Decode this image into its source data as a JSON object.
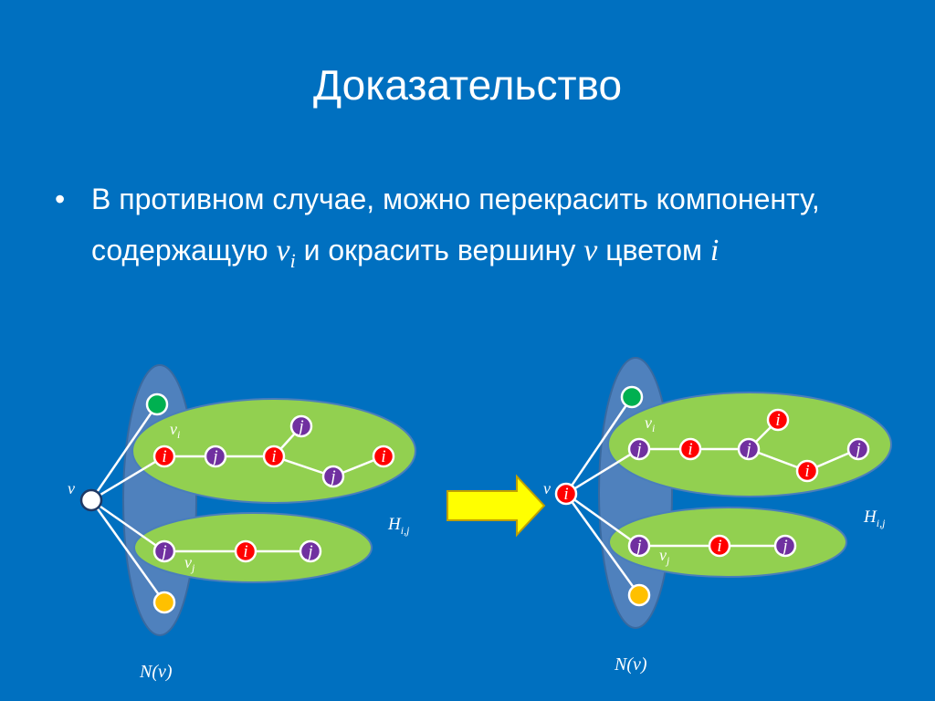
{
  "slide": {
    "title": "Доказательство",
    "bullet": {
      "part1": "В противном случае, можно перекрасить компоненту, содержащую ",
      "var1": "v",
      "var1_sub": "i",
      "part2": " и окрасить вершину ",
      "var2": "v",
      "part3": " цветом ",
      "var3": "i"
    }
  },
  "diagram": {
    "colors": {
      "background": "#0070c0",
      "neighborhood": "#4f81bd",
      "component": "#92d050",
      "red": "#ff0000",
      "purple": "#7030a0",
      "green": "#00b050",
      "orange": "#ffc000",
      "arrow": "#ffff00"
    },
    "labels": {
      "v": "v",
      "vi_main": "v",
      "vi_sub": "i",
      "vj_main": "v",
      "vj_sub": "j",
      "h_main": "H",
      "h_sub": "i,j",
      "nv": "N(v)",
      "i": "i",
      "j": "j"
    }
  }
}
